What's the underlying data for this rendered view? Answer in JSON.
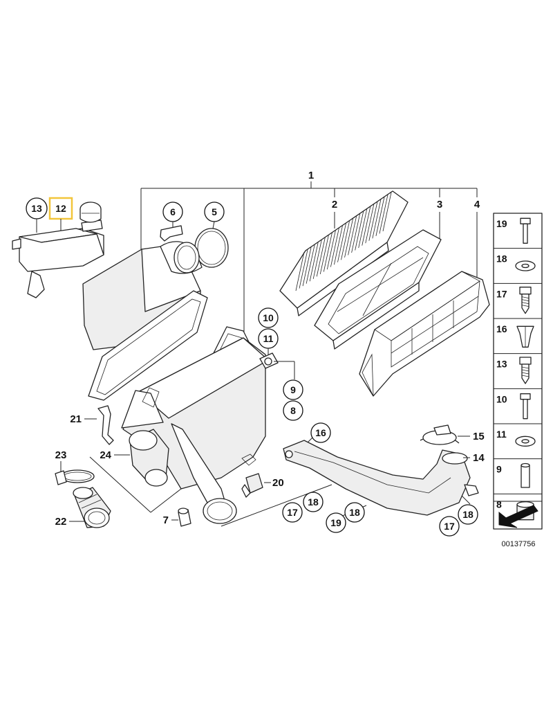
{
  "diagram": {
    "part_number": "00137756",
    "labels": {
      "n1": "1",
      "n2": "2",
      "n3": "3",
      "n4": "4",
      "n5": "5",
      "n6": "6",
      "n7": "7",
      "n8": "8",
      "n9": "9",
      "n10": "10",
      "n11": "11",
      "n12": "12",
      "n13": "13",
      "n14": "14",
      "n15": "15",
      "n16": "16",
      "n17": "17",
      "n18": "18",
      "n19": "19",
      "n20": "20",
      "n21": "21",
      "n22": "22",
      "n23": "23",
      "n24": "24"
    },
    "legend": [
      "19",
      "18",
      "17",
      "16",
      "13",
      "10",
      "11",
      "9",
      "8"
    ],
    "highlighted": "12",
    "highlight_color": "#f2c53a"
  }
}
